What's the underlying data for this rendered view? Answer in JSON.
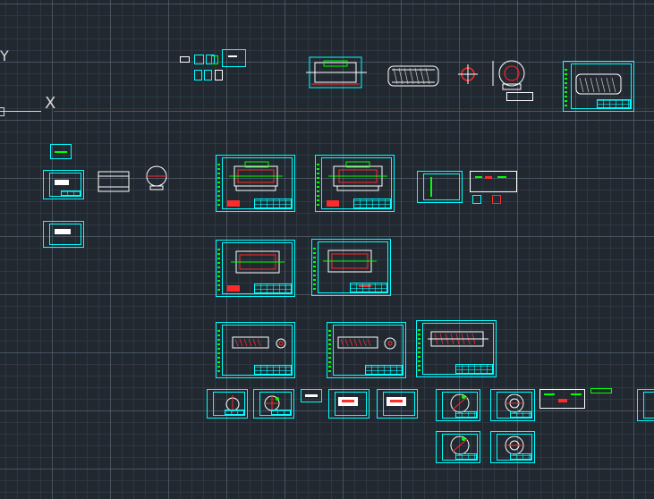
{
  "app": {
    "name": "",
    "view": "model-space"
  },
  "colors": {
    "background": "#212830",
    "frame": "#00ffff",
    "geometry": "#ffffff",
    "dimension": "#00ff00",
    "highlight": "#ff2a2a",
    "x_axis": "#a03030"
  },
  "ucs": {
    "y_label": "Y",
    "x_label": "X"
  },
  "drawings": {
    "count_visible": 34
  }
}
